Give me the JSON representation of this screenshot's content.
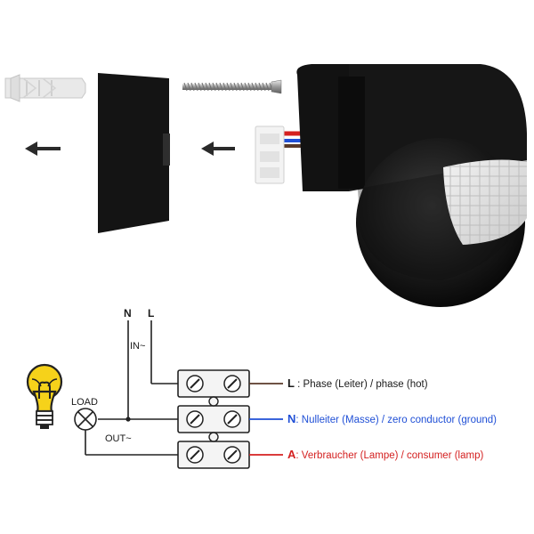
{
  "colors": {
    "wire_L": "#5a3a2a",
    "wire_N": "#1f4fd6",
    "wire_A": "#d42020",
    "wire_black": "#222222",
    "housing": "#141414",
    "terminal_fill": "#f4f4f4",
    "bulb_glass": "#f6d21a"
  },
  "icons": {
    "arrow_left_1": "arrow-left-icon",
    "arrow_left_2": "arrow-left-icon",
    "bulb": "light-bulb-icon",
    "load": "lamp-load-symbol-icon"
  },
  "diagram": {
    "supply": {
      "n": "N",
      "l": "L",
      "in": "IN~"
    },
    "load": {
      "label": "LOAD",
      "out": "OUT~"
    },
    "legend": [
      {
        "key": "L",
        "sep": " : ",
        "text": "Phase (Leiter) / phase (hot)",
        "color": "#1a1a1a"
      },
      {
        "key": "N",
        "sep": ": ",
        "text": "Nulleiter (Masse) / zero  conductor (ground)",
        "color": "#1f4fd6"
      },
      {
        "key": "A",
        "sep": ": ",
        "text": "Verbraucher (Lampe) / consumer (lamp)",
        "color": "#d42020"
      }
    ]
  }
}
